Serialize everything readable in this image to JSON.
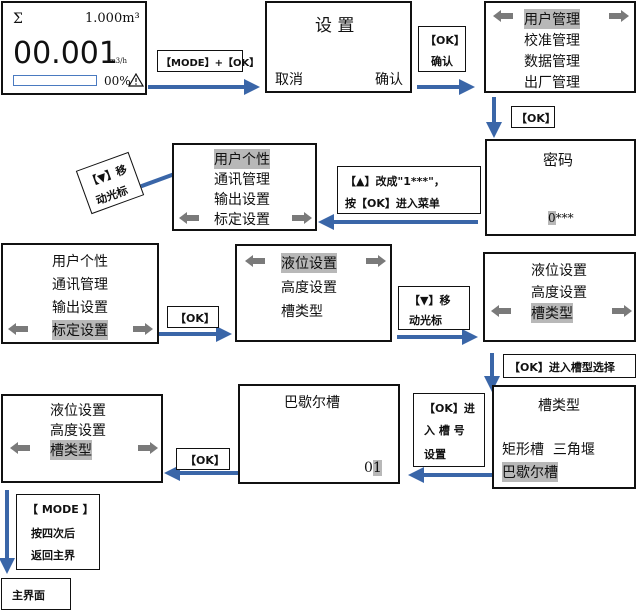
{
  "main_screen": {
    "sigma": "Σ",
    "total": "1.000m³",
    "flow": "00.001",
    "flow_unit": "m3/h",
    "percent": "00%"
  },
  "settings": {
    "title": "设 置",
    "cancel": "取消",
    "confirm": "确认"
  },
  "menu_top": {
    "items": [
      "用户管理",
      "校准管理",
      "数据管理",
      "出厂管理"
    ]
  },
  "password": {
    "title": "密码",
    "value": "0***",
    "cursor": "0",
    "rest": "***"
  },
  "user_menu_a": {
    "items": [
      "用户个性",
      "通讯管理",
      "输出设置",
      "标定设置"
    ]
  },
  "user_menu_b": {
    "items": [
      "用户个性",
      "通讯管理",
      "输出设置",
      "标定设置"
    ]
  },
  "calib_menu_a": {
    "items": [
      "液位设置",
      "高度设置",
      "槽类型"
    ]
  },
  "calib_menu_b": {
    "items": [
      "液位设置",
      "高度设置",
      "槽类型"
    ]
  },
  "calib_menu_c": {
    "items": [
      "液位设置",
      "高度设置",
      "槽类型"
    ]
  },
  "channel_type": {
    "title": "槽类型",
    "options_line": "矩形槽  三角堰",
    "selected": "巴歇尔槽"
  },
  "channel_number": {
    "title": "巴歇尔槽",
    "value": "01",
    "value_lead": "0",
    "value_cursor": "1"
  },
  "home": {
    "label": "主界面"
  },
  "labels": {
    "mode_ok": "【MODE】+【OK】",
    "ok_confirm_1": "【OK】",
    "ok_confirm_2": "确认",
    "ok_1": "【OK】",
    "up_change_1": "【▲】改成\"1***\"，",
    "up_change_2": "按【OK】进入菜单",
    "down_move_1": "【▼】移",
    "down_move_2": "动光标",
    "ok_2": "【OK】",
    "down_move_3": "【▼】移",
    "down_move_4": "动光标",
    "ok_enter_type": "【OK】进入槽型选择",
    "ok_enter_num_1": "【OK】进",
    "ok_enter_num_2": "入 槽 号",
    "ok_enter_num_3": "设置",
    "ok_3": "【OK】",
    "mode_return_1": "【 MODE 】",
    "mode_return_2": "按四次后",
    "mode_return_3": "返回主界"
  },
  "colors": {
    "arrow": "#3a66a8",
    "highlight": "#b8b8b8",
    "nav_arrow": "#7a7a7a"
  }
}
